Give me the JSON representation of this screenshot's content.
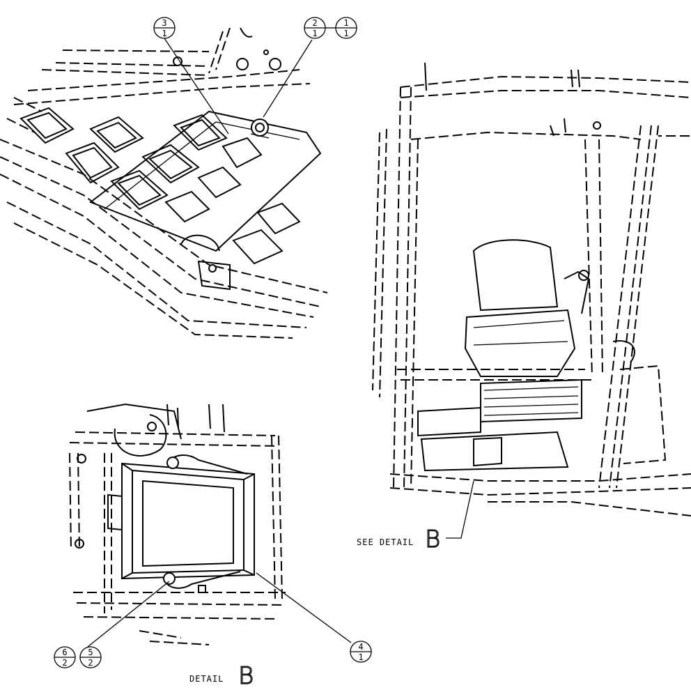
{
  "balloons": [
    {
      "id": "b3",
      "top": "3",
      "bottom": "1"
    },
    {
      "id": "b2",
      "top": "2",
      "bottom": "1"
    },
    {
      "id": "b1",
      "top": "1",
      "bottom": "1"
    },
    {
      "id": "b4",
      "top": "4",
      "bottom": "1"
    },
    {
      "id": "b6",
      "top": "6",
      "bottom": "2"
    },
    {
      "id": "b5",
      "top": "5",
      "bottom": "2"
    }
  ],
  "labels": {
    "see_detail": "SEE DETAIL",
    "see_detail_letter": "B",
    "detail": "DETAIL",
    "detail_letter": "B"
  }
}
